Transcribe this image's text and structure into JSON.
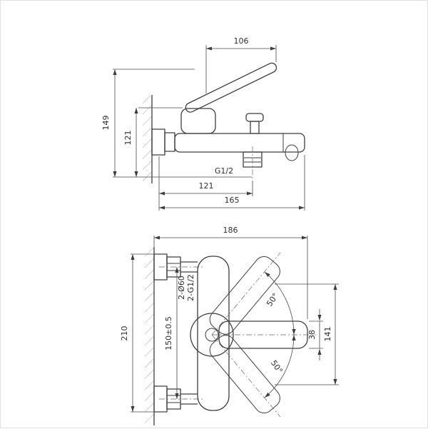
{
  "colors": {
    "background": "#ffffff",
    "outline": "#3d3d3d",
    "dimension_lines": "#4a4a4a"
  },
  "top_view": {
    "dim_106": "106",
    "dim_149": "149",
    "dim_121_vertical": "121",
    "thread_label": "G1/2",
    "dim_121_horizontal": "121",
    "dim_165": "165"
  },
  "front_view": {
    "dim_186": "186",
    "label_2_d60": "2-Ø60",
    "label_2_g12": "2-G1/2",
    "dim_210": "210",
    "dim_150": "150±0.5",
    "dim_angle_upper": "50°",
    "dim_angle_lower": "50°",
    "dim_38": "38",
    "dim_141": "141"
  }
}
